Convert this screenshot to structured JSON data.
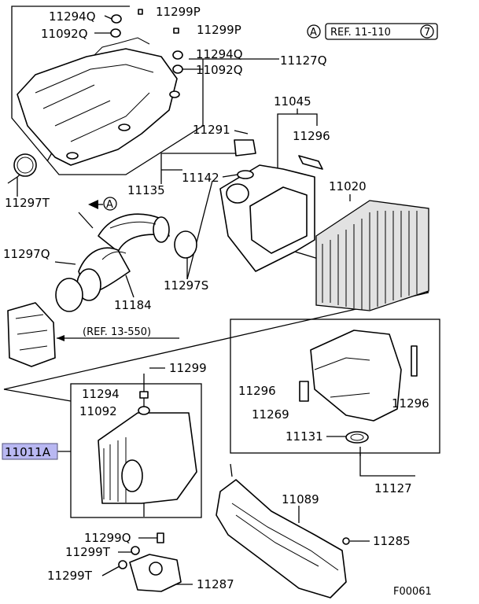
{
  "diagram": {
    "highlighted_part": "11011A",
    "figure_code": "F00061",
    "references": {
      "top_ref_letter": "A",
      "top_ref_text": "REF. 11-110",
      "top_ref_number": "7",
      "mid_ref_text": "(REF. 13-550)",
      "arrow_ref_letter": "A"
    },
    "callouts": {
      "p11294Q_top": "11294Q",
      "p11092Q_top": "11092Q",
      "p11299P_a": "11299P",
      "p11299P_b": "11299P",
      "p11294Q_mid": "11294Q",
      "p11092Q_mid": "11092Q",
      "p11127Q": "11127Q",
      "p11045": "11045",
      "p11291": "11291",
      "p11296_top": "11296",
      "p11142": "11142",
      "p11135": "11135",
      "p11020": "11020",
      "p11297T": "11297T",
      "p11297Q": "11297Q",
      "p11297S": "11297S",
      "p11184": "11184",
      "p11299": "11299",
      "p11294": "11294",
      "p11092": "11092",
      "p11011A": "11011A",
      "p11296_left": "11296",
      "p11296_right": "11296",
      "p11269": "11269",
      "p11131": "11131",
      "p11127": "11127",
      "p11089": "11089",
      "p11299Q": "11299Q",
      "p11299T_a": "11299T",
      "p11299T_b": "11299T",
      "p11285": "11285",
      "p11287": "11287"
    }
  }
}
